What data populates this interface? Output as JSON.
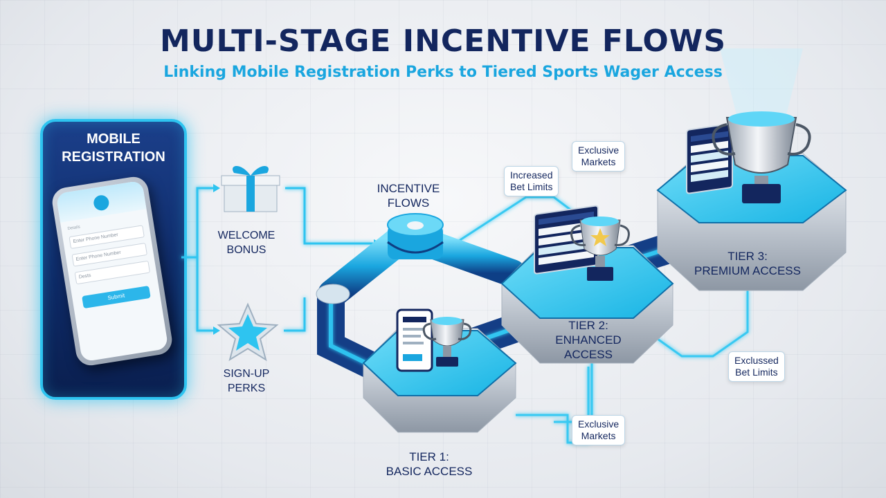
{
  "title": "MULTI-STAGE INCENTIVE FLOWS",
  "subtitle": "Linking Mobile Registration Perks to Tiered Sports Wager Access",
  "registration": {
    "title_line1": "MOBILE",
    "title_line2": "REGISTRATION",
    "phone_label": "Details",
    "field1": "Enter Phone Number",
    "field2": "Enter Phone Number",
    "field3": "Dests",
    "submit": "Submit"
  },
  "perks": {
    "welcome_line1": "WELCOME",
    "welcome_line2": "BONUS",
    "signup_line1": "SIGN-UP",
    "signup_line2": "PERKS"
  },
  "hub": {
    "line1": "INCENTIVE",
    "line2": "FLOWS"
  },
  "tiers": [
    {
      "line1": "TIER 1:",
      "line2": "BASIC ACCESS"
    },
    {
      "line1": "TIER 2:",
      "line2": "ENHANCED",
      "line3": "ACCESS"
    },
    {
      "line1": "TIER 3:",
      "line2": "PREMIUM ACCESS"
    }
  ],
  "callouts": {
    "increased": {
      "line1": "Increased",
      "line2": "Bet Limits"
    },
    "exclusive_top": {
      "line1": "Exclusive",
      "line2": "Markets"
    },
    "exclusive_bottom": {
      "line1": "Exclusive",
      "line2": "Markets"
    },
    "exclussed": {
      "line1": "Exclussed",
      "line2": "Bet Limits"
    }
  },
  "colors": {
    "navy": "#13265e",
    "cyan": "#2ec4f0",
    "accent": "#1aa6df"
  },
  "icons": [
    "gift-icon",
    "star-icon",
    "trophy-icon",
    "document-icon",
    "leaderboard-icon"
  ]
}
